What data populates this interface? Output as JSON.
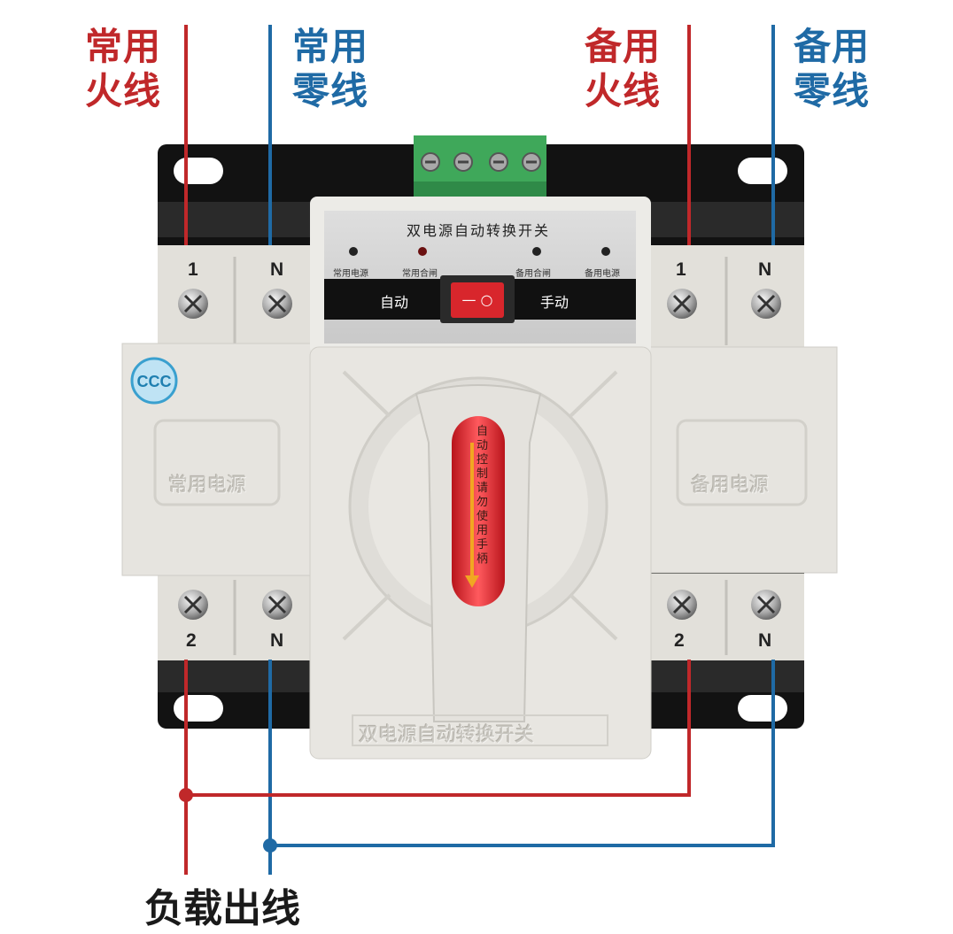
{
  "labels": {
    "normal_live": [
      "常用",
      "火线"
    ],
    "normal_neutral": [
      "常用",
      "零线"
    ],
    "backup_live": [
      "备用",
      "火线"
    ],
    "backup_neutral": [
      "备用",
      "零线"
    ],
    "load_output": "负载出线"
  },
  "panel": {
    "title": "双电源自动转换开关",
    "indicators": [
      "常用电源",
      "常用合闸",
      "备用合闸",
      "备用电源"
    ],
    "mode_auto": "自动",
    "mode_manual": "手动",
    "switch_symbols": "— ○"
  },
  "terminals": {
    "top_left": [
      "1",
      "N"
    ],
    "top_right": [
      "1",
      "N"
    ],
    "bottom_left": [
      "2",
      "N"
    ],
    "bottom_right": [
      "2",
      "N"
    ]
  },
  "handle_warning": "自动控制请勿使用手柄",
  "embossed": {
    "left_module": "常用电源",
    "right_module": "备用电源",
    "base": "双电源自动转换开关"
  },
  "colors": {
    "live_wire": "#c0282a",
    "neutral_wire": "#1f6aa5",
    "housing": "#e6e4df",
    "base_plate": "#111111",
    "terminal_block": "#3fa85a",
    "handle_window": "#d8262c"
  }
}
